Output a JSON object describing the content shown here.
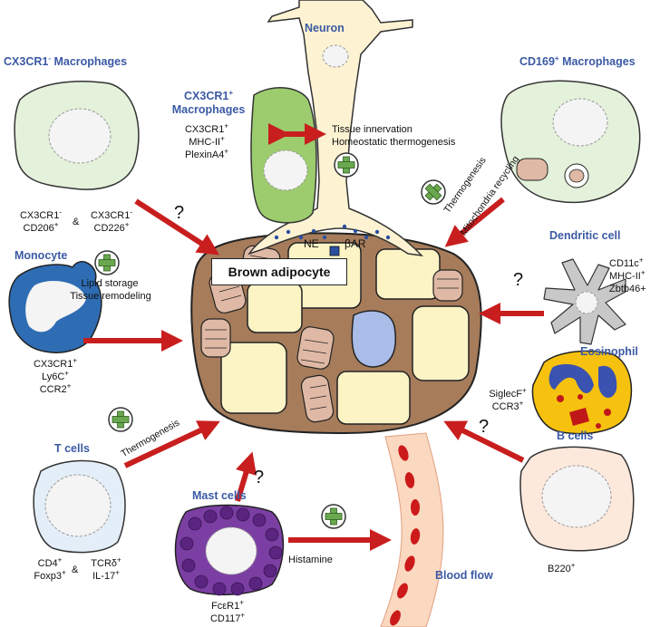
{
  "titles": {
    "neuron": "Neuron",
    "cx3cr1_neg": "CX3CR1",
    "cx3cr1_neg_tail": " Macrophages",
    "cx3cr1_pos_1": "CX3CR1",
    "cx3cr1_pos_2": "Macrophages",
    "cd169": "CD169",
    "cd169_tail": " Macrophages",
    "monocyte": "Monocyte",
    "dendritic": "Dendritic cell",
    "eosinophil": "Eosinophil",
    "tcells": "T cells",
    "bcells": "B cells",
    "mast": "Mast cells",
    "blood": "Blood flow"
  },
  "center_label": "Brown adipocyte",
  "markers": {
    "cx3cr1_pos": [
      "CX3CR1",
      "MHC-II",
      "PlexinA4"
    ],
    "cx3cr1_neg_left": [
      "CX3CR1",
      "CD206"
    ],
    "cx3cr1_neg_right": [
      "CX3CR1",
      "CD226"
    ],
    "amp": "&",
    "monocyte": [
      "CX3CR1",
      "Ly6C",
      "CCR2"
    ],
    "dendritic": [
      "CD11c",
      "MHC-II",
      "Zbtb46+"
    ],
    "eosinophil": [
      "SiglecF",
      "CCR3"
    ],
    "tcells_left": [
      "CD4",
      "Foxp3"
    ],
    "tcells_right": [
      "TCRδ",
      "IL-17"
    ],
    "bcells": "B220",
    "mast": [
      "FcεR1",
      "CD117"
    ]
  },
  "annotations": {
    "innervation": "Tissue innervation",
    "homeostatic": "Homeostatic thermogenesis",
    "lipid": "Lipid storage",
    "remodel": "Tissue remodeling",
    "thermo_cd169": "Thermogenesis",
    "mito": "Mitochondria recycling",
    "thermo_t": "Thermogenesis",
    "histamine": "Histamine",
    "ne": "NE",
    "bar": "βAR",
    "question": "?"
  },
  "colors": {
    "title_blue": "#3b5aa4",
    "arrow_red": "#c81e1e",
    "adipocyte_brown": "#a67c5b",
    "lipid_yellow": "#fdf4c6",
    "neuron_cream": "#fdf3d3",
    "macrophage_green": "#9ccc6e",
    "monocyte_blue": "#2e6db4",
    "mast_purple": "#7b3fa3",
    "eosinophil_yellow": "#f6c20f"
  }
}
